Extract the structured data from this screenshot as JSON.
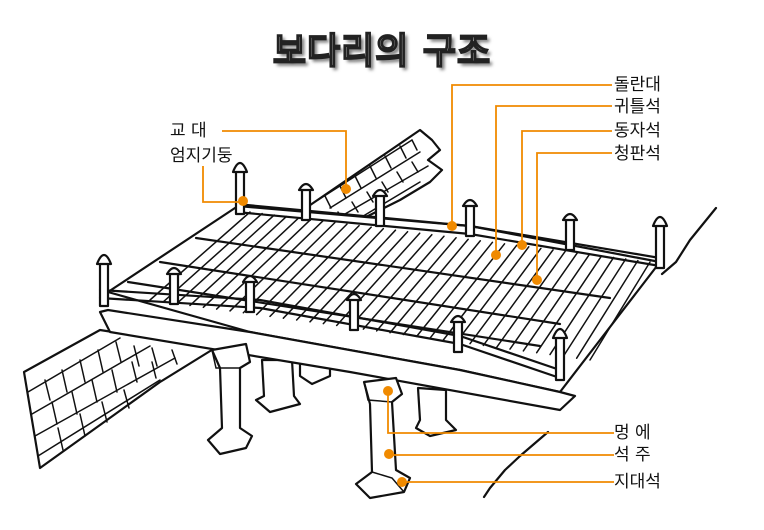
{
  "title": "보다리의 구조",
  "colors": {
    "leader": "#f08a00",
    "ink": "#111111",
    "background": "#ffffff"
  },
  "labels": {
    "left": [
      {
        "id": "gyodae",
        "text": "교 대"
      },
      {
        "id": "eomjigidung",
        "text": "엄지기둥"
      }
    ],
    "right_top": [
      {
        "id": "dollandae",
        "text": "돌란대"
      },
      {
        "id": "gwiteulseok",
        "text": "귀틀석"
      },
      {
        "id": "dongjaseok",
        "text": "동자석"
      },
      {
        "id": "cheongpanseok",
        "text": "청판석"
      }
    ],
    "right_bottom": [
      {
        "id": "meongae",
        "text": "멍 에"
      },
      {
        "id": "seokju",
        "text": "석 주"
      },
      {
        "id": "jidaeseok",
        "text": "지대석"
      }
    ]
  }
}
